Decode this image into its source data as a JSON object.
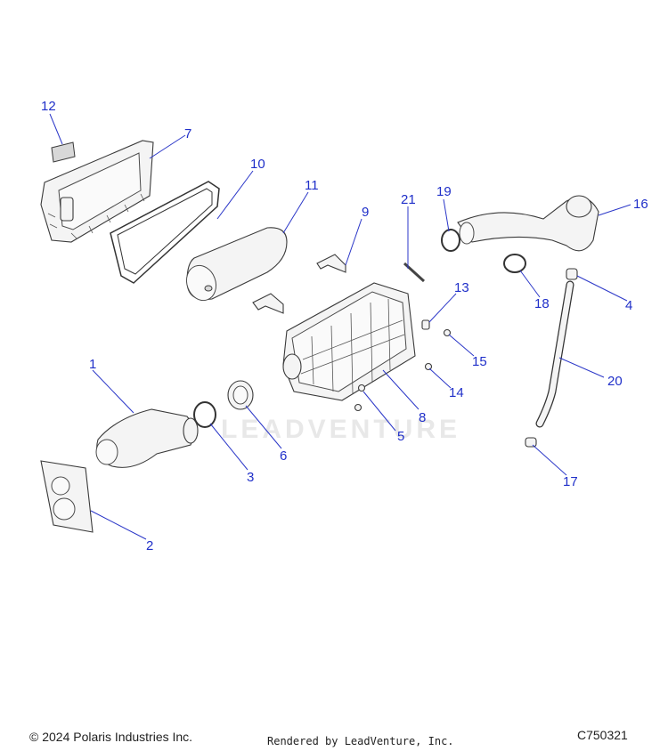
{
  "watermark": "LEADVENTURE",
  "callouts": [
    "1",
    "2",
    "3",
    "4",
    "5",
    "6",
    "7",
    "8",
    "9",
    "10",
    "11",
    "12",
    "13",
    "14",
    "15",
    "16",
    "17",
    "18",
    "19",
    "20",
    "21"
  ],
  "footer": {
    "copyright": "© 2024 Polaris Industries Inc.",
    "rendered_by": "Rendered by LeadVenture, Inc.",
    "diagram_code": "C750321"
  }
}
